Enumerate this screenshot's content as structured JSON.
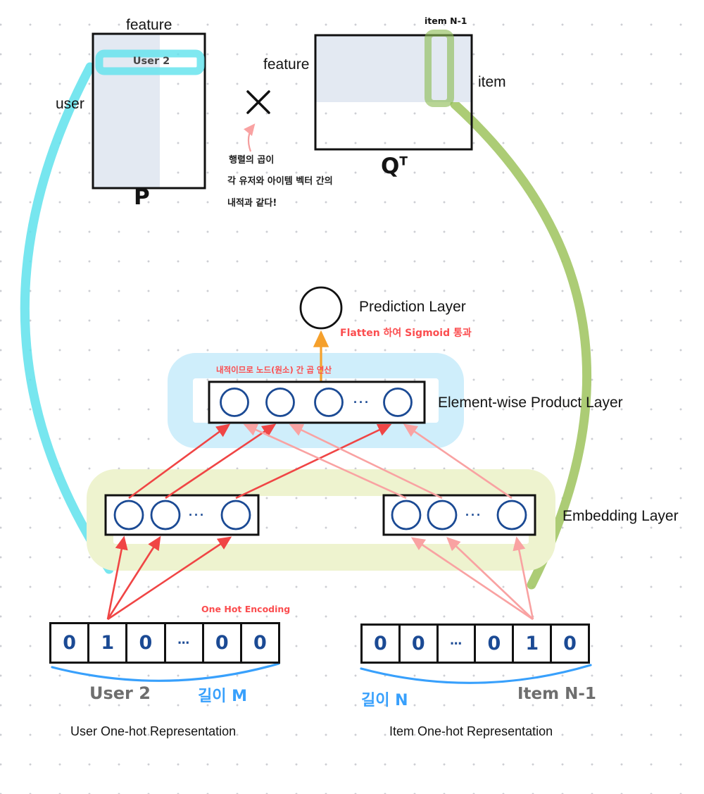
{
  "matrices": {
    "p": {
      "top_label": "feature",
      "side_label": "user",
      "name": "P",
      "row_highlight_label": "User 2"
    },
    "qt": {
      "side_label": "feature",
      "right_label": "item",
      "col_highlight_label": "item N-1",
      "name_base": "Q",
      "name_sup": "T"
    }
  },
  "annotations": {
    "matrix_note_line1": "행렬의 곱이",
    "matrix_note_line2": "각 유저와  아이템 벡터 간의",
    "matrix_note_line3": "내적과 같다!",
    "flatten_note": "Flatten 하여 Sigmoid 통과",
    "product_note": "내적이므로  노드(원소) 간 곱 연산",
    "onehot_note": "One Hot Encoding"
  },
  "layers": {
    "prediction_label": "Prediction Layer",
    "product_label": "Element-wise Product Layer",
    "embedding_label": "Embedding Layer"
  },
  "user_onehot": {
    "cells": [
      "0",
      "1",
      "0",
      "⋯",
      "0",
      "0"
    ],
    "selected_label": "User 2",
    "length_label": "길이 M",
    "caption": "User One-hot Representation"
  },
  "item_onehot": {
    "cells": [
      "0",
      "0",
      "⋯",
      "0",
      "1",
      "0"
    ],
    "selected_label": "Item N-1",
    "length_label": "길이 N",
    "caption": "Item One-hot Representation"
  },
  "ellipsis": "···",
  "colors": {
    "user_highlight_cyan": "#5fe2ec",
    "item_highlight_green": "#a3c766",
    "matrix_shade": "#e3e9f2",
    "product_band_blue": "#cfeefb",
    "embedding_band_yellow": "#eef3cf",
    "node_blue": "#1b4a94",
    "arrow_red": "#f04545",
    "arrow_pink": "#f9a2a2",
    "arrow_orange": "#f5a02c",
    "note_red": "#fb4d4f",
    "note_blue": "#38a0fc"
  }
}
